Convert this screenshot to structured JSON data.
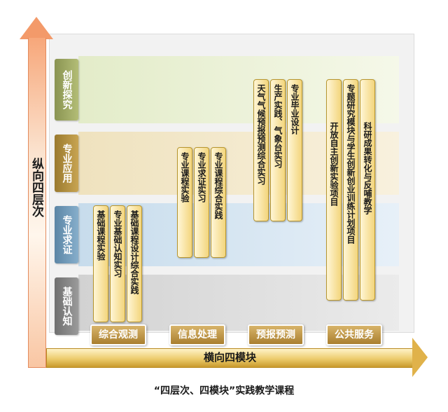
{
  "vertical_axis": {
    "label": "纵向四层次"
  },
  "horizontal_axis": {
    "label": "横向四模块"
  },
  "layers": [
    {
      "label": "创新探究"
    },
    {
      "label": "专业应用"
    },
    {
      "label": "专业求证"
    },
    {
      "label": "基础认知"
    }
  ],
  "modules": [
    {
      "label": "综合观测"
    },
    {
      "label": "信息处理"
    },
    {
      "label": "预报预测"
    },
    {
      "label": "公共服务"
    }
  ],
  "courses": {
    "observation": [
      "基础课程实验",
      "专业基础认知实习",
      "基础课程设计综合实践"
    ],
    "processing": [
      "专业课程实验",
      "专业求证实习",
      "专业课程综合实践"
    ],
    "forecasting": [
      "天气气候预报预测综合实习",
      "生产实践、气象台实习",
      "专业毕业设计"
    ],
    "service": [
      "开放自主创新实验项目",
      "专题研究模块与学生创新创业训练计划项目",
      "科研成果转化与反哺教学"
    ]
  },
  "caption": "“四层次、四模块”实践教学课程",
  "colors": {
    "vertical_arrow": "#f39a6a",
    "horizontal_arrow": "#e0b24a",
    "module": "#b98a3a",
    "course_fill": "#f3d57c"
  }
}
